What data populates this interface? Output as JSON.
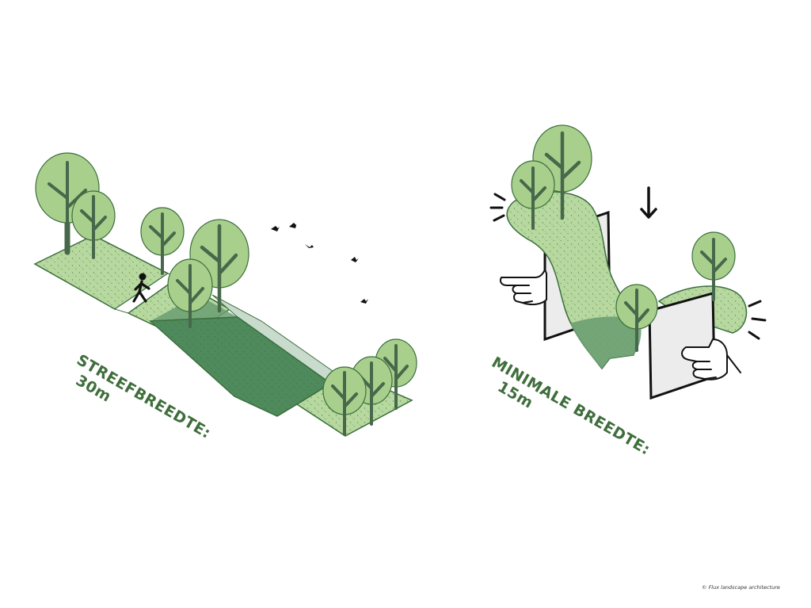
{
  "labels": {
    "left": {
      "line1": "STREEFBREEDTE:",
      "line2": "30m"
    },
    "right": {
      "line1": "MINIMALE BREEDTE:",
      "line2": "15m"
    }
  },
  "credit": "© Flux landscape architecture",
  "colors": {
    "tree_canopy": "#a9cf8d",
    "tree_trunk": "#47684a",
    "ground_light": "#b7d9a0",
    "ground_dark": "#6b9e72",
    "slope": "#4f8a5c",
    "outline": "#3b6f3c",
    "label_text": "#3f6e3c",
    "ink": "#111111",
    "panel": "#ececec"
  },
  "icons": [
    "walking-person-icon",
    "bird-icon",
    "down-arrow-icon",
    "pointing-hand-icon"
  ]
}
